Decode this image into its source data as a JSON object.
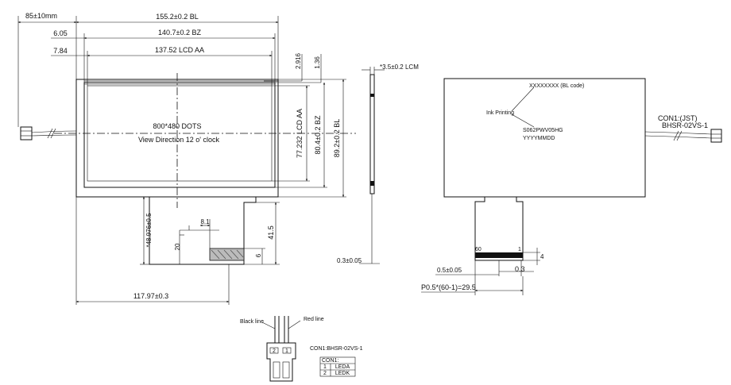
{
  "front": {
    "dim_bl_width": "155.2±0.2 BL",
    "dim_bz_width": "140.7±0.2 BZ",
    "dim_aa_width": "137.52 LCD AA",
    "dim_left_85": "85±10mm",
    "dim_6_05": "6.05",
    "dim_7_84": "7.84",
    "dim_2_916": "2.916",
    "dim_1_36": "1.36",
    "dim_aa_height": "77.232 LCD AA",
    "dim_bz_height": "80.4±0.2 BZ",
    "dim_bl_height": "89.2±0.2 BL",
    "resolution": "800*480 DOTS",
    "view_direction": "View Direction 12 o' clock",
    "dim_48_976": "*48.976±0.5",
    "dim_8_1": "8.1",
    "dim_20": "20",
    "dim_41_5": "41.5",
    "dim_6": "6",
    "dim_117_97": "117.97±0.3"
  },
  "side": {
    "dim_lcm": "*3.5±0.2 LCM",
    "dim_0_3": "0.3±0.05"
  },
  "back": {
    "bl_code": "XXXXXXXX (BL code)",
    "ink_printing": "Ink Printing",
    "model": "S062PWV05HG",
    "date_code": "YYYYMMDD",
    "con_label_1": "CON1:(JST)",
    "con_label_2": "BHSR-02VS-1",
    "pin_60": "60",
    "pin_1": "1",
    "dim_4": "4",
    "dim_0_3": "0.3",
    "dim_0_5": "0.5±0.05",
    "dim_pitch": "P0.5*(60-1)=29.5"
  },
  "connector": {
    "black_line": "Black line",
    "red_line": "Red line",
    "name": "CON1:BHSR-02VS-1",
    "pin_2": "2",
    "pin_1": "1",
    "table_header": "CON1:",
    "rows": [
      {
        "no": "1",
        "name": "LEDA"
      },
      {
        "no": "2",
        "name": "LEDK"
      }
    ]
  }
}
